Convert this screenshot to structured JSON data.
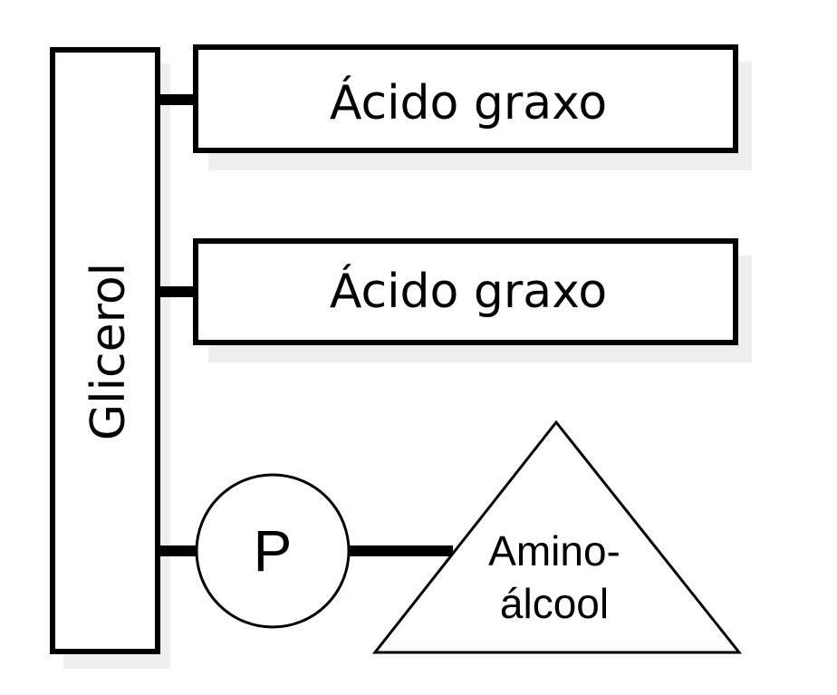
{
  "diagram": {
    "glycerol": {
      "label": "Glicerol"
    },
    "fatty_acid_1": {
      "label": "Ácido graxo"
    },
    "fatty_acid_2": {
      "label": "Ácido graxo"
    },
    "phosphate": {
      "label": "P"
    },
    "amino_alcohol": {
      "line1": "Amino-",
      "line2": "álcool"
    }
  },
  "colors": {
    "stroke": "#000000",
    "fill": "#ffffff",
    "shadow": "#eeeeee"
  }
}
